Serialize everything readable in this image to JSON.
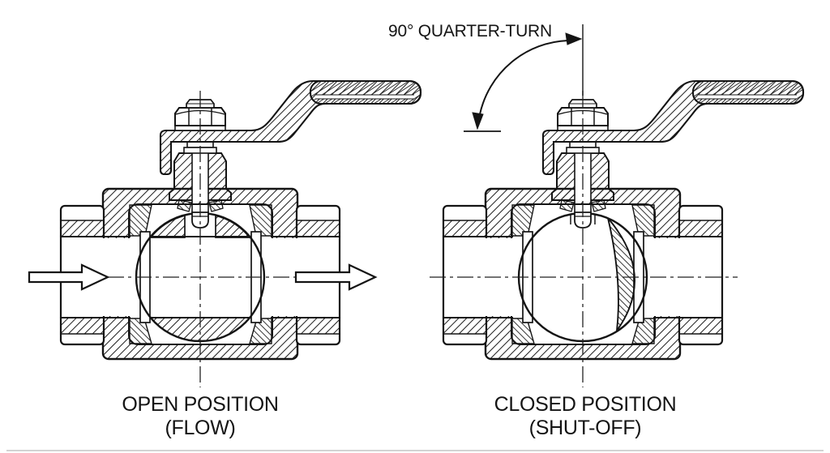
{
  "diagram": {
    "kind": "technical-drawing",
    "subject": "Ball valve cross-section shown in two handle positions",
    "background_color": "#ffffff",
    "line_color": "#141414"
  },
  "annotation": {
    "quarter_turn_label": "90° QUARTER-TURN"
  },
  "left_valve": {
    "caption_line1": "OPEN POSITION",
    "caption_line2": "(FLOW)"
  },
  "right_valve": {
    "caption_line1": "CLOSED POSITION",
    "caption_line2": "(SHUT-OFF)"
  }
}
